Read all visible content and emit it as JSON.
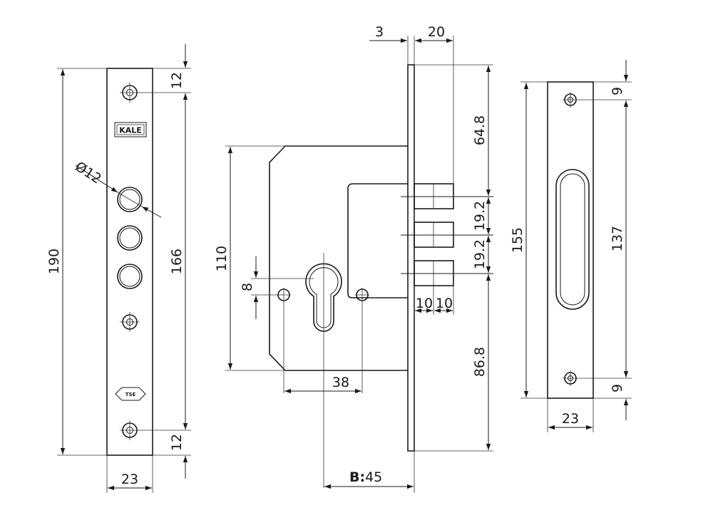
{
  "faceplate": {
    "logo": "KALE",
    "cert_mark": "TSE",
    "dims": {
      "height": "190",
      "width": "23",
      "inner": "166",
      "top_offset": "12",
      "bottom_offset": "12",
      "hole_diameter": "Ø12"
    }
  },
  "lock_body": {
    "dims": {
      "plate_thickness": "3",
      "bolt_throw": "20",
      "body_height": "110",
      "cylinder_offset": "8",
      "spindle_distance": "38",
      "backset_label": "B:",
      "backset_value": "45",
      "top_to_bolt": "64.8",
      "bolt_pitch_1": "19.2",
      "bolt_pitch_2": "19.2",
      "bottom_to_bolt": "86.8",
      "bolt_width_1": "10",
      "bolt_width_2": "10"
    }
  },
  "strike_plate": {
    "dims": {
      "height": "155",
      "slot_span": "137",
      "top_offset": "9",
      "bottom_offset": "9",
      "width": "23"
    }
  }
}
